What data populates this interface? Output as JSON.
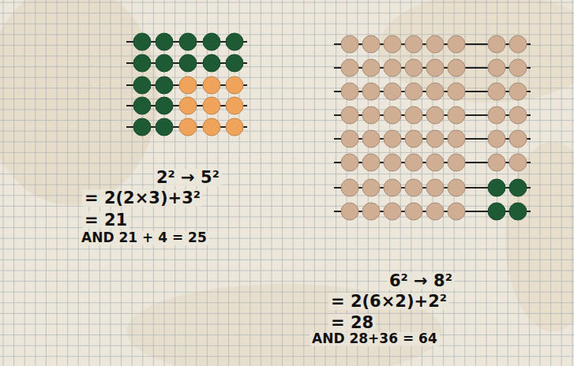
{
  "diagram": {
    "labels": [
      "2² → 5²",
      "= 2(2×3)+3²",
      "= 21",
      "AND 21 + 4 = 25",
      "6² → 8²",
      "= 2(6×2)+2²",
      "= 28",
      "AND 28+36 = 64"
    ]
  }
}
